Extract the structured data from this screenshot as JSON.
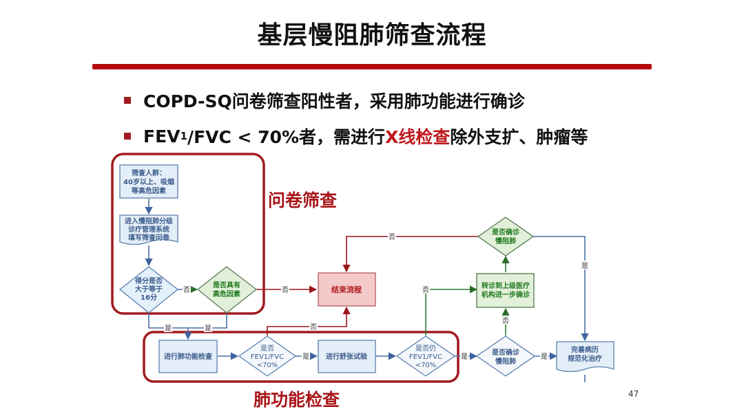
{
  "title": "基层慢阻肺筛查流程",
  "bullets": [
    {
      "text": "COPD-SQ问卷筛查阳性者，采用肺功能进行确诊"
    },
    {
      "pre": "FEV",
      "sub": "1",
      "mid": "/FVC < 70%者，需进行",
      "highlight": "X线检查",
      "post": "除外支扩、肿瘤等"
    }
  ],
  "groups": {
    "questionnaire": "问卷筛查",
    "lung_function": "肺功能检查"
  },
  "nodes": {
    "population": [
      "筛查人群：",
      "40岁以上、吸烟",
      "等高危因素"
    ],
    "enter_system": [
      "进入慢阻肺分级",
      "诊疗管理系统",
      "填写筛查问卷"
    ],
    "score_check": [
      "得分是否",
      "大于等于",
      "16分"
    ],
    "risk_check": [
      "是否具有",
      "高危因素"
    ],
    "end_flow": [
      "结束流程"
    ],
    "lung_test": [
      "进行肺功能检查"
    ],
    "fev_check1": [
      "是否",
      "FEV1/FVC",
      "<70%"
    ],
    "bronchodilator": [
      "进行舒张试验"
    ],
    "fev_check2": [
      "是否仍",
      "FEV1/FVC",
      "<70%"
    ],
    "confirm_copd": [
      "是否确诊",
      "慢阻肺"
    ],
    "referral": [
      "转诊到上级医疗",
      "机构进一步确诊"
    ],
    "confirm_copd_upper": [
      "是否确诊",
      "慢阻肺"
    ],
    "standard_care": [
      "完善病历",
      "规范化治疗"
    ]
  },
  "edge_labels": {
    "yes": "是",
    "no": "否"
  },
  "colors": {
    "accent_red": "#b50a0d",
    "blue_stroke": "#4a6fa5",
    "blue_fill": "#e4eef8",
    "green_stroke": "#2f7a2f",
    "green_fill": "#e2f0d9",
    "green_text": "#1f7a1f",
    "red_fill": "#f4c9c9",
    "red_text": "#b0181c"
  },
  "page_number": "47"
}
